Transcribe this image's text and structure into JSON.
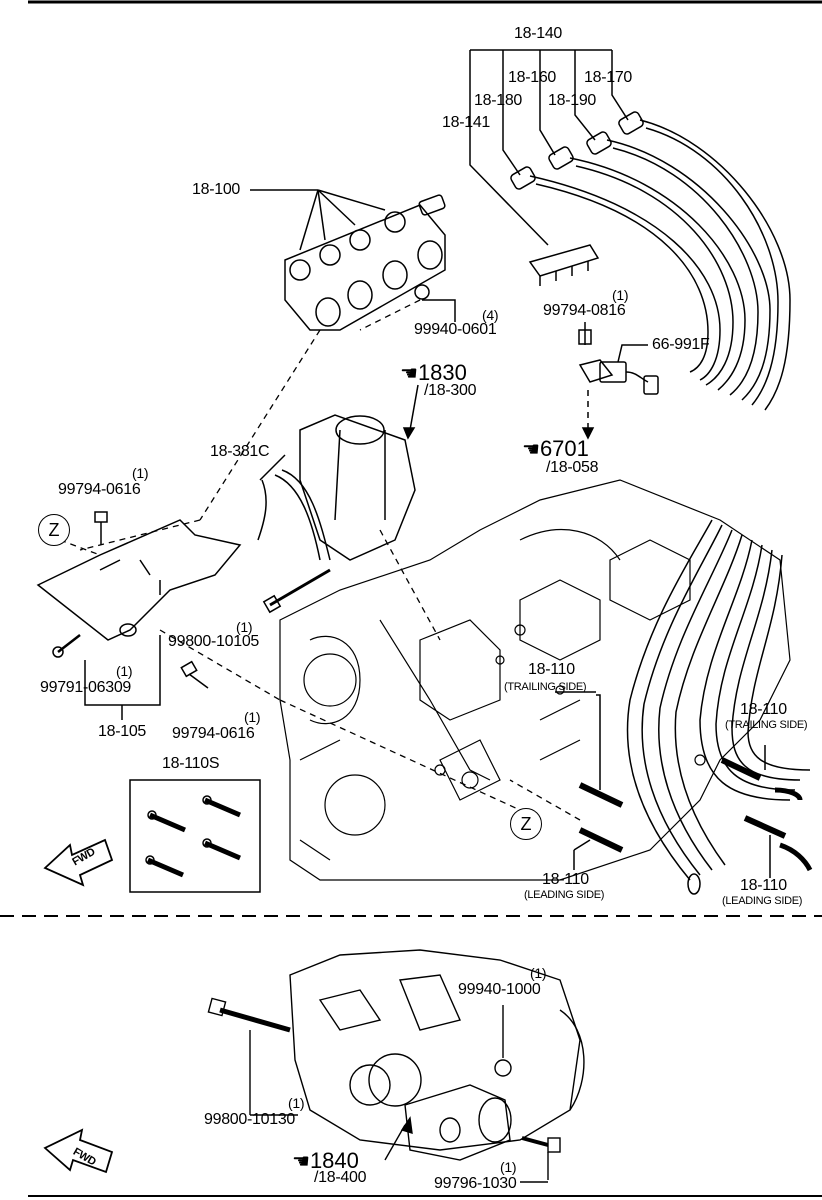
{
  "labels": {
    "p18_140": "18-140",
    "p18_160": "18-160",
    "p18_170": "18-170",
    "p18_180": "18-180",
    "p18_190": "18-190",
    "p18_141": "18-141",
    "p18_100": "18-100",
    "p99940_0601": "99940-0601",
    "q4": "(4)",
    "p99794_0816": "99794-0816",
    "q1_a": "(1)",
    "p66_991f": "66-991F",
    "ref1830": "1830",
    "ref18_300": "/18-300",
    "ref6701": "6701",
    "ref18_058": "/18-058",
    "p18_381c": "18-381C",
    "p99794_0616_top": "99794-0616",
    "q1_b": "(1)",
    "zone_z_left": "Z",
    "p99800_10105": "99800-10105",
    "q1_c": "(1)",
    "p99791_06309": "99791-06309",
    "q1_d": "(1)",
    "p18_105": "18-105",
    "p99794_0616_bot": "99794-0616",
    "q1_e": "(1)",
    "p18_110s": "18-110S",
    "p18_110_a": "18-110",
    "trailing_a": "(TRAILING SIDE)",
    "p18_110_b": "18-110",
    "trailing_b": "(TRAILING SIDE)",
    "zone_z_right": "Z",
    "p18_110_c": "18-110",
    "leading_c": "(LEADING SIDE)",
    "p18_110_d": "18-110",
    "leading_d": "(LEADING SIDE)",
    "fwd_top": "FWD",
    "p99940_1000": "99940-1000",
    "q1_f": "(1)",
    "p99800_10130": "99800-10130",
    "q1_g": "(1)",
    "ref1840": "1840",
    "ref18_400": "/18-400",
    "p99796_1030": "99796-1030",
    "q1_h": "(1)",
    "fwd_bottom": "FWD"
  }
}
